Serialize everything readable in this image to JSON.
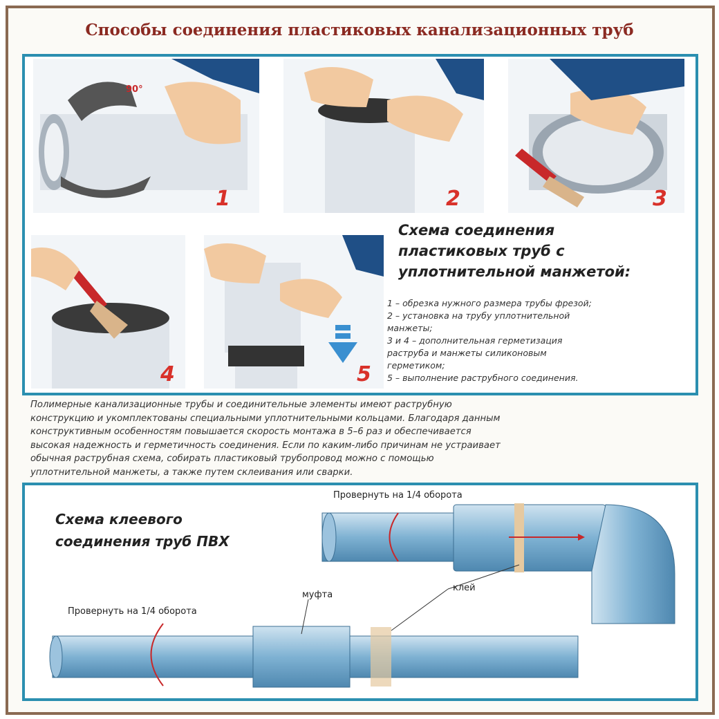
{
  "title": "Способы соединения пластиковых канализационных труб",
  "steps_images": [
    {
      "number": "1",
      "angle_label": "90°"
    },
    {
      "number": "2"
    },
    {
      "number": "3"
    },
    {
      "number": "4"
    },
    {
      "number": "5"
    }
  ],
  "seal_schema": {
    "title_lines": [
      "Схема соединения",
      "пластиковых труб с",
      "уплотнительной манжетой:"
    ],
    "steps": [
      "1 – обрезка нужного размера трубы фрезой;",
      "2 – установка на трубу уплотнительной",
      "манжеты;",
      "3 и 4 – дополнительная герметизация",
      "раструба и манжеты силиконовым",
      "герметиком;",
      "5 – выполнение раструбного соединения."
    ]
  },
  "paragraph_lines": [
    "Полимерные канализационные трубы и соединительные элементы имеют раструбную",
    "конструкцию и укомплектованы специальными уплотнительными кольцами. Благодаря данным",
    "конструктивным особенностям повышается скорость монтажа в 5–6 раз и обеспечивается",
    "высокая надежность и герметичность соединения. Если по каким-либо причинам не устраивает",
    "обычная раструбная схема, собирать пластиковый трубопровод можно с помощью",
    "уплотнительной манжеты, а также путем склеивания или сварки."
  ],
  "glue_schema": {
    "title_lines": [
      "Схема клеевого",
      "соединения труб ПВХ"
    ],
    "rotate_label_top": "Провернуть на 1/4 оборота",
    "rotate_label_bottom": "Провернуть на 1/4 оборота",
    "coupling_label": "муфта",
    "glue_label": "клей"
  },
  "colors": {
    "title": "#8b2a22",
    "panel_border": "#2b8fb0",
    "step_number": "#d8312a",
    "pipe": "#7fb2d3",
    "arrow": "#c8282a"
  }
}
